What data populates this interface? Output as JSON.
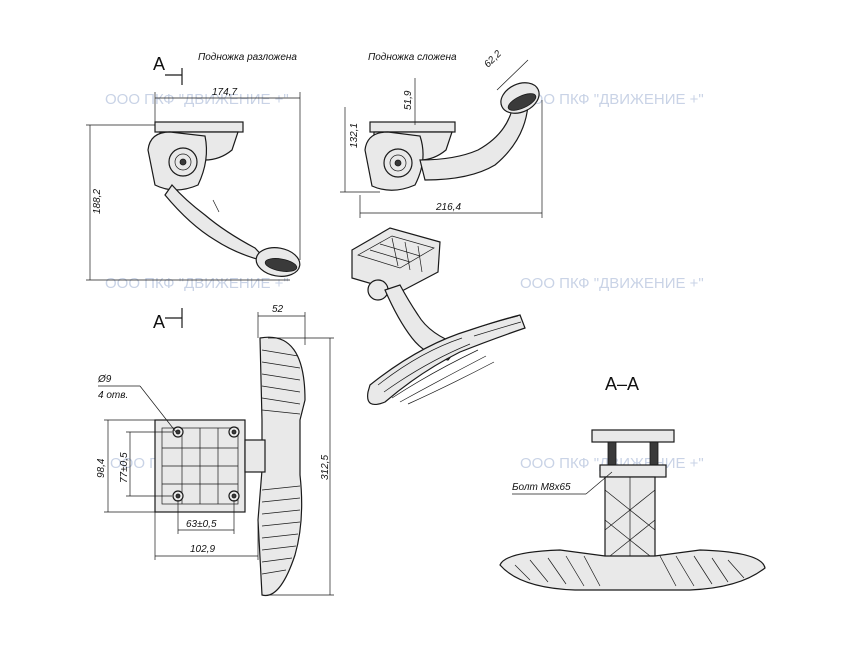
{
  "captions": {
    "unfolded": "Подножка разложена",
    "folded": "Подножка сложена",
    "section_title": "А–А"
  },
  "section_marks": {
    "top": "А",
    "bottom": "А"
  },
  "watermark": "ООО ПКФ \"ДВИЖЕНИЕ +\"",
  "dimensions": {
    "width_unfolded": "174,7",
    "height_unfolded": "188,2",
    "angle_pad": "62,2",
    "height_folded_pivot": "51,9",
    "height_folded": "132,1",
    "length_folded": "216,4",
    "pad_width": "52",
    "pad_length": "312,5",
    "plate_height": "98,4",
    "hole_spacing_vertical": "77±0,5",
    "hole_spacing_horizontal": "63±0,5",
    "plate_length": "102,9"
  },
  "hole_note": {
    "diameter": "Ø9",
    "count": "4 отв."
  },
  "bolt_note": "Болт М8х65"
}
